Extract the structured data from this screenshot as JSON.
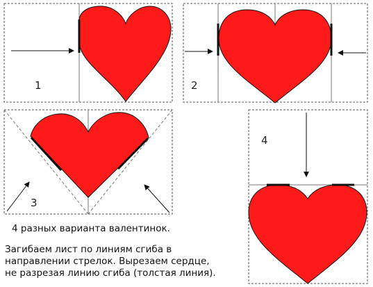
{
  "diagram": {
    "panels": [
      {
        "number": "1"
      },
      {
        "number": "2"
      },
      {
        "number": "3"
      },
      {
        "number": "4"
      }
    ]
  },
  "caption": {
    "title": "4 разных варианта валентинок.",
    "line1": "Загибаем лист по линиям сгиба в",
    "line2": "направлении стрелок. Вырезаем сердце,",
    "line3": "не разрезая линию сгиба (толстая линия)."
  },
  "colors": {
    "heart": "#ff1a1a",
    "outline": "#111111",
    "fold_line": "#777777"
  }
}
